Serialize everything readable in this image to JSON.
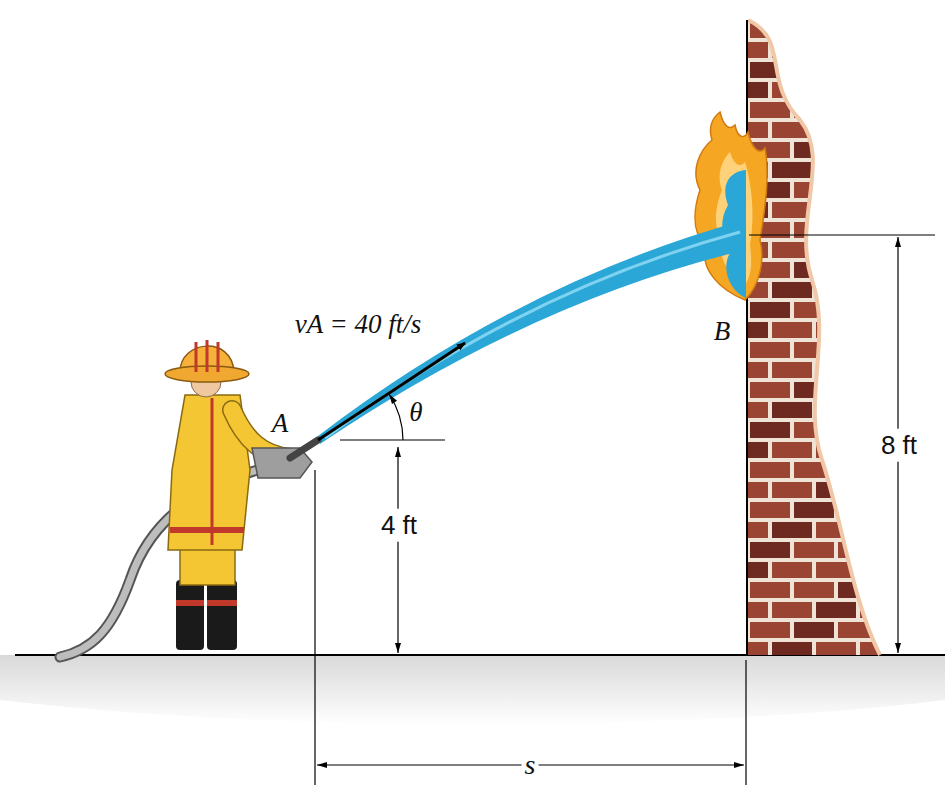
{
  "diagram": {
    "labels": [
      "vA = 40 ft/s",
      "θ",
      "A",
      "B",
      "4 ft",
      "8 ft",
      "s"
    ]
  }
}
